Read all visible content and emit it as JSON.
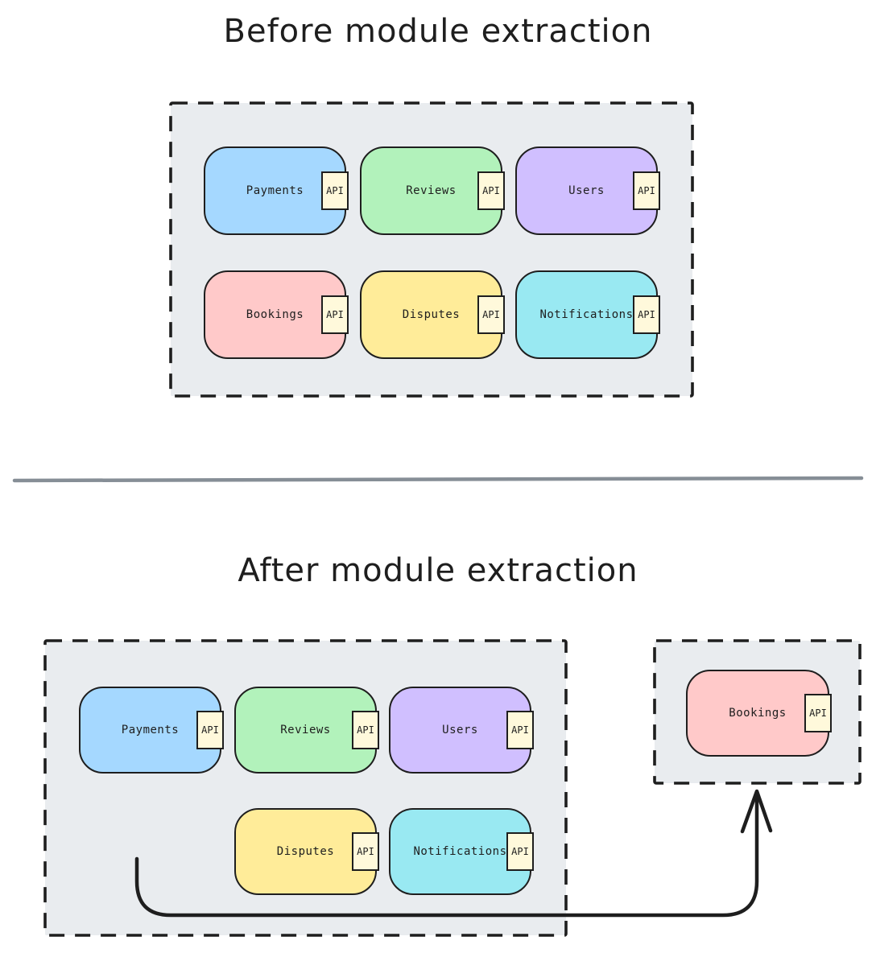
{
  "titles": {
    "before": "Before module extraction",
    "after": "After module extraction"
  },
  "labels": {
    "api": "API"
  },
  "colors": {
    "boundary_fill": "#e9ecef",
    "boundary_stroke": "#1e1e1e",
    "divider": "#868e96",
    "arrow": "#1e1e1e",
    "api_tag_fill": "#fff9db",
    "module_blue": "#a5d8ff",
    "module_green": "#b2f2bb",
    "module_purple": "#d0bfff",
    "module_pink": "#ffc9c9",
    "module_yellow": "#ffec99",
    "module_cyan": "#99e9f2"
  },
  "before": {
    "modules": [
      {
        "label": "Payments",
        "color": "#a5d8ff"
      },
      {
        "label": "Reviews",
        "color": "#b2f2bb"
      },
      {
        "label": "Users",
        "color": "#d0bfff"
      },
      {
        "label": "Bookings",
        "color": "#ffc9c9"
      },
      {
        "label": "Disputes",
        "color": "#ffec99"
      },
      {
        "label": "Notifications",
        "color": "#99e9f2"
      }
    ]
  },
  "after_main": {
    "modules": [
      {
        "label": "Payments",
        "color": "#a5d8ff"
      },
      {
        "label": "Reviews",
        "color": "#b2f2bb"
      },
      {
        "label": "Users",
        "color": "#d0bfff"
      },
      {
        "label": "Disputes",
        "color": "#ffec99"
      },
      {
        "label": "Notifications",
        "color": "#99e9f2"
      }
    ]
  },
  "after_extracted": {
    "modules": [
      {
        "label": "Bookings",
        "color": "#ffc9c9"
      }
    ]
  }
}
